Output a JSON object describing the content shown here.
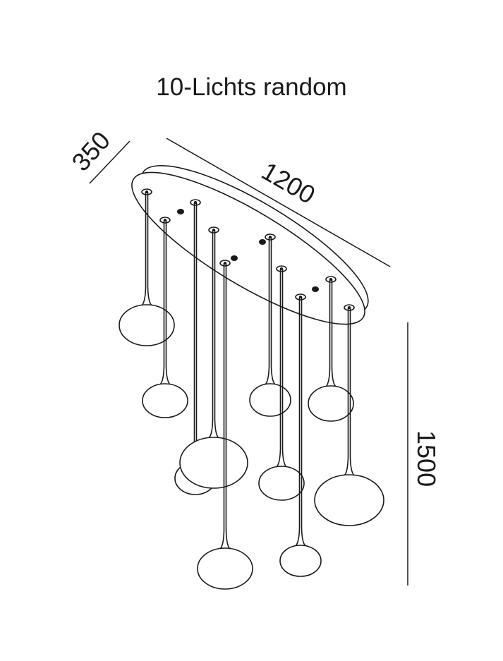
{
  "title": "10-Lichts random",
  "dimensions": {
    "depth": "350",
    "width": "1200",
    "height": "1500"
  },
  "colors": {
    "line": "#1a1a1a",
    "background": "#ffffff"
  },
  "pendant_count": 10
}
